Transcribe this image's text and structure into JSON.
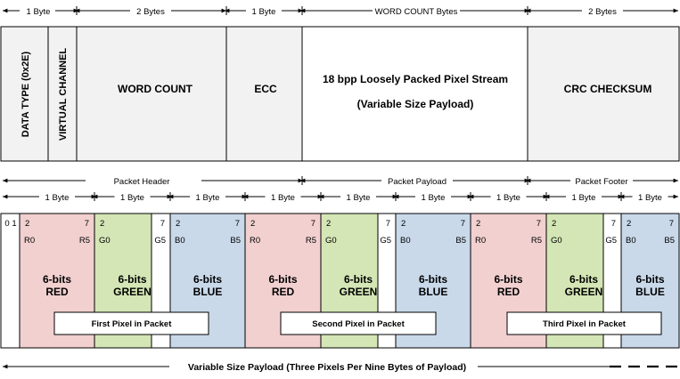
{
  "top_widths": [
    "1 Byte",
    "2 Bytes",
    "1 Byte",
    "WORD COUNT Bytes",
    "2 Bytes"
  ],
  "header_fields": {
    "data_type": "DATA TYPE (0x2E)",
    "virtual_channel": "VIRTUAL CHANNEL",
    "word_count": "WORD COUNT",
    "ecc": "ECC",
    "payload_line1": "18 bpp Loosely Packed Pixel Stream",
    "payload_line2": "(Variable Size Payload)",
    "crc": "CRC CHECKSUM"
  },
  "sections": {
    "header": "Packet Header",
    "payload": "Packet Payload",
    "footer": "Packet Footer"
  },
  "byte_label": "1 Byte",
  "bit_start": "0 1",
  "bit_hi": "2",
  "bit_lo": "7",
  "colors": {
    "red": "#f2d0d0",
    "green": "#d4e6b5",
    "blue": "#c9d9ea",
    "box_gray": "#f2f2f2"
  },
  "pixels": [
    {
      "caption": "First Pixel in Packet",
      "channels": [
        {
          "color": "red",
          "l": "R0",
          "r": "R5",
          "line1": "6-bits",
          "line2": "RED"
        },
        {
          "color": "green",
          "l": "G0",
          "r": "G5",
          "line1": "6-bits",
          "line2": "GREEN"
        },
        {
          "color": "blue",
          "l": "B0",
          "r": "B5",
          "line1": "6-bits",
          "line2": "BLUE"
        }
      ]
    },
    {
      "caption": "Second Pixel in Packet",
      "channels": [
        {
          "color": "red",
          "l": "R0",
          "r": "R5",
          "line1": "6-bits",
          "line2": "RED"
        },
        {
          "color": "green",
          "l": "G0",
          "r": "G5",
          "line1": "6-bits",
          "line2": "GREEN"
        },
        {
          "color": "blue",
          "l": "B0",
          "r": "B5",
          "line1": "6-bits",
          "line2": "BLUE"
        }
      ]
    },
    {
      "caption": "Third Pixel in Packet",
      "channels": [
        {
          "color": "red",
          "l": "R0",
          "r": "R5",
          "line1": "6-bits",
          "line2": "RED"
        },
        {
          "color": "green",
          "l": "G0",
          "r": "G5",
          "line1": "6-bits",
          "line2": "GREEN"
        },
        {
          "color": "blue",
          "l": "B0",
          "r": "B5",
          "line1": "6-bits",
          "line2": "BLUE"
        }
      ]
    }
  ],
  "bottom_caption": "Variable Size Payload (Three Pixels Per Nine Bytes of Payload)"
}
